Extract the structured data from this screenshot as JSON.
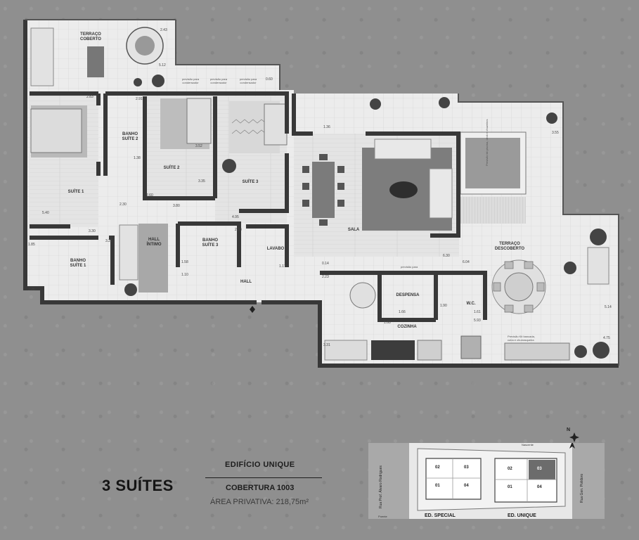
{
  "rooms": {
    "terraco_coberto": "TERRAÇO\nCOBERTO",
    "banho_suite2": "BANHO\nSUÍTE 2",
    "suite2": "SUÍTE 2",
    "suite1": "SUÍTE 1",
    "suite3": "SUÍTE 3",
    "hall_intimo": "HALL\nÍNTIMO",
    "banho_suite3": "BANHO\nSUÍTE 3",
    "lavabo": "LAVABO",
    "banho_suite1": "BANHO\nSUÍTE 1",
    "hall": "HALL",
    "sala": "SALA",
    "terraco_descoberto": "TERRAÇO\nDESCOBERTO",
    "despensa": "DESPENSA",
    "wc": "W.C.",
    "cozinha": "COZINHA"
  },
  "dimensions": [
    "2.43",
    "5.12",
    "0.60",
    "2.83",
    "2.91",
    "1.38",
    "3.52",
    "5.40",
    "3.30",
    "1.85",
    "2.30",
    "2.60",
    "3.80",
    "4.95",
    "2.38",
    "1.58",
    "1.17",
    "3.26",
    "2.26",
    "1.10",
    "3.35",
    "1.36",
    "6.30",
    "6.04",
    "0.14",
    "2.23",
    "1.66",
    "1.90",
    "1.61",
    "5.93",
    "1.60",
    "3.31",
    "5.14",
    "4.75",
    "3.55"
  ],
  "notes": {
    "condensador1": "previsão para\ncondensador",
    "condensador2": "previsão para\ncondensador",
    "condensador3": "previsão para\ncondensador",
    "piscina": "Previsão kit piscina, deck e chuveiros",
    "kit_banco": "Previsão Kit bancada,\ncuba e churrasqueira",
    "prev_para": "previsão para"
  },
  "info": {
    "suites": "3 SUÍTES",
    "building": "EDIFÍCIO UNIQUE",
    "unit": "COBERTURA 1003",
    "area": "ÁREA PRIVATIVA: 218,75m²"
  },
  "keyplan": {
    "north": "N",
    "street_left": "Rua Prof. Álvaro Rodrigues",
    "street_right": "Rua Gen. Polidoro",
    "sol_top": "Nascente",
    "sol_bottom": "Poente",
    "special_units": [
      "02",
      "03",
      "01",
      "04"
    ],
    "unique_units": [
      "02",
      "03",
      "01",
      "04"
    ],
    "ed_special": "ED. SPECIAL",
    "ed_unique": "ED. UNIQUE"
  },
  "colors": {
    "background": "#8f8f8f",
    "wall": "#3a3a3a",
    "floor": "#e9e9e9",
    "text_dark": "#141414"
  }
}
